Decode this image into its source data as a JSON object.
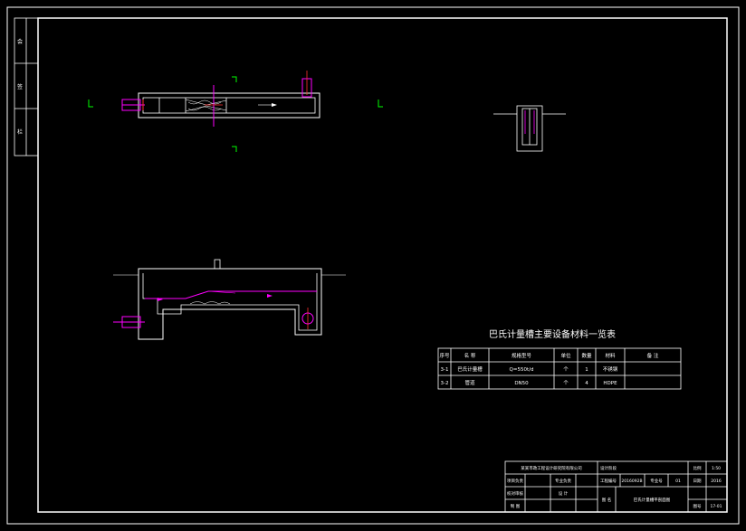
{
  "drawing": {
    "colors": {
      "background": "#000000",
      "line": "#ffffff",
      "pipe": "#ff00ff",
      "marker": "#00ff00",
      "accent_red": "#ff3030"
    },
    "table": {
      "title": "巴氏计量槽主要设备材料一览表",
      "headers": [
        "序号",
        "名 称",
        "规格型号",
        "单位",
        "数量",
        "材料",
        "备 注"
      ],
      "rows": [
        [
          "3-1",
          "巴氏计量槽",
          "Q=550t/d",
          "个",
          "1",
          "不锈钢",
          ""
        ],
        [
          "3-2",
          "管道",
          "DN50",
          "个",
          "4",
          "HDPE",
          ""
        ]
      ]
    },
    "title_block": {
      "company": "某某市政工程设计研究院有限公司",
      "row2": [
        "项目负责",
        "专业负责"
      ],
      "row3": [
        "校对审核",
        "设 计"
      ],
      "row4": [
        "制 图"
      ],
      "project_label": "工程编号",
      "project_no": "2016092B",
      "version_label": "专业号",
      "version_no": "01",
      "drawing_label": "图 名",
      "drawing_name": "巴氏计量槽平剖面图",
      "right": [
        {
          "label": "比例",
          "value": "1:50"
        },
        {
          "label": "日期",
          "value": "2016"
        },
        {
          "label": "图号",
          "value": "17-01"
        }
      ],
      "stage_label": "设计阶段"
    },
    "side_labels": [
      "会",
      "签",
      "栏"
    ]
  }
}
